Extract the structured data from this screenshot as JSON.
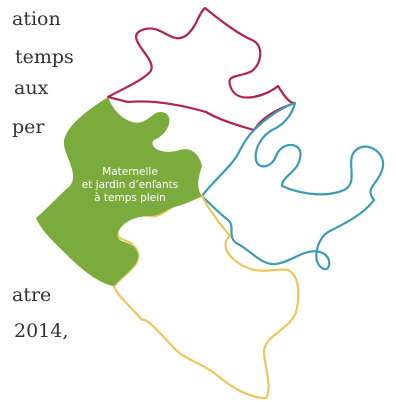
{
  "text_fragments": [
    "ation",
    "temps",
    "aux",
    "per",
    "atre",
    "2014,"
  ],
  "puzzle": {
    "label_lines": [
      "Maternelle",
      "et jardin d’enfants",
      "à temps plein"
    ],
    "colors": {
      "green_fill": "#7cab3d",
      "red_outline": "#b3234a",
      "teal_outline": "#3a9cb4",
      "yellow_outline": "#efc65b"
    }
  }
}
